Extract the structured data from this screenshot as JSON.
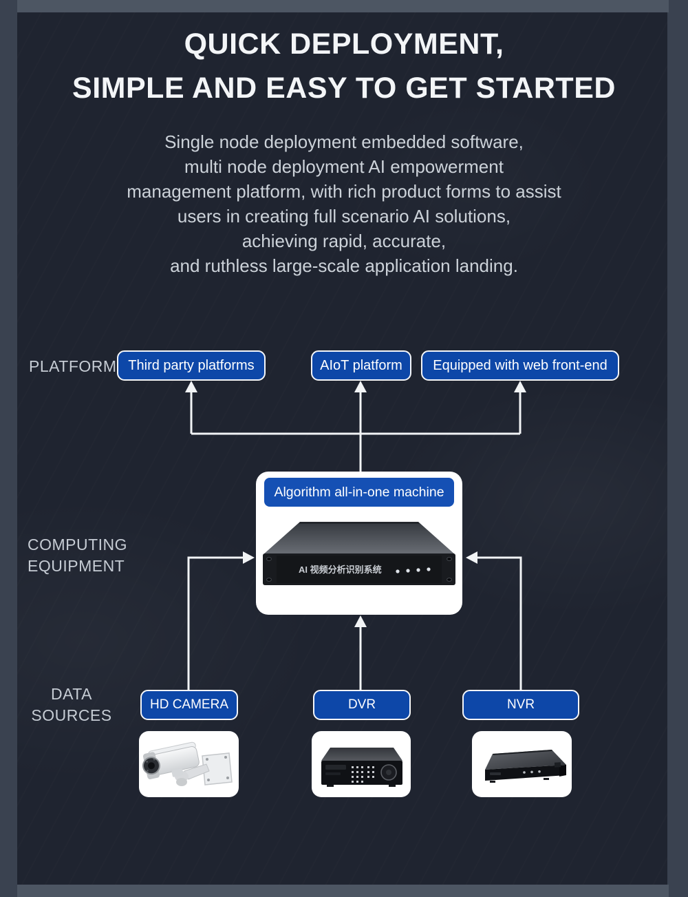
{
  "page": {
    "heading": {
      "line1": "QUICK DEPLOYMENT,",
      "line2": "SIMPLE AND EASY TO GET STARTED"
    },
    "description": {
      "line1": "Single node deployment embedded software,",
      "line2": "multi node deployment AI empowerment",
      "line3": "management platform, with rich product forms to assist",
      "line4": "users in creating full scenario AI solutions,",
      "line5": "achieving rapid, accurate,",
      "line6": "and ruthless large-scale application landing."
    }
  },
  "diagram": {
    "platform_row": {
      "label": "PLATFORM",
      "buttons": {
        "third_party": "Third party platforms",
        "aiot": "AIoT platform",
        "web_front_end": "Equipped with web front-end"
      }
    },
    "computing_row": {
      "label_line1": "COMPUTING",
      "label_line2": "EQUIPMENT",
      "machine_banner": "Algorithm all-in-one machine",
      "machine_front_text": "AI 视频分析识别系统"
    },
    "data_row": {
      "label_line1": "DATA",
      "label_line2": "SOURCES",
      "buttons": {
        "hd_camera": "HD CAMERA",
        "dvr": "DVR",
        "nvr": "NVR"
      }
    }
  },
  "colors": {
    "accent_blue": "#0d47a8",
    "banner_blue": "#1550b4",
    "panel_bg": "#1f2430",
    "frame_bg": "#3a4250",
    "band_bg": "#4d5663",
    "connector_white": "#f2f4f6"
  }
}
